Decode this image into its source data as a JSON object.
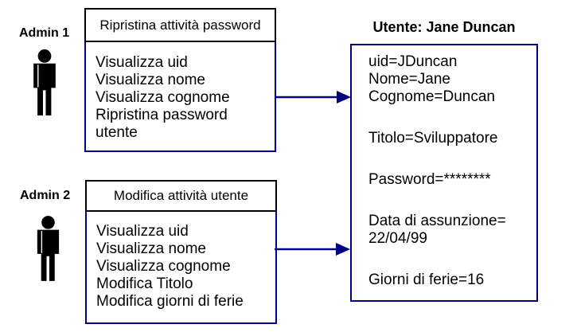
{
  "colors": {
    "accent_navy": "#000080",
    "border_black": "#000000",
    "text": "#000000",
    "background": "#ffffff"
  },
  "icons": {
    "admin_figure": "person-icon",
    "connector": "arrow-right-icon"
  },
  "admins": [
    {
      "label": "Admin 1",
      "box": {
        "title": "Ripristina attività password",
        "items": [
          "Visualizza uid",
          "Visualizza nome",
          "Visualizza cognome",
          "Ripristina password\nutente"
        ]
      }
    },
    {
      "label": "Admin 2",
      "box": {
        "title": "Modifica attività utente",
        "items": [
          "Visualizza uid",
          "Visualizza nome",
          "Visualizza cognome",
          "Modifica Titolo",
          "Modifica giorni di ferie"
        ]
      }
    }
  ],
  "user": {
    "title": "Utente: Jane Duncan",
    "groups": [
      [
        "uid=JDuncan",
        "Nome=Jane",
        "Cognome=Duncan"
      ],
      [
        "Titolo=Sviluppatore"
      ],
      [
        "Password=********"
      ],
      [
        "Data di assunzione=",
        "22/04/99"
      ],
      [
        "Giorni di ferie=16"
      ]
    ]
  }
}
